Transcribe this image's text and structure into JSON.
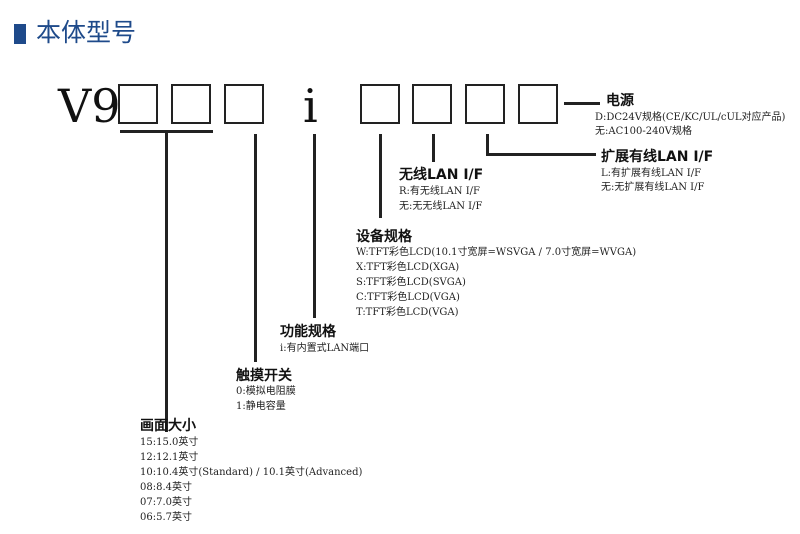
{
  "title": "本体型号",
  "model": {
    "prefix": "V9",
    "middle": "i"
  },
  "sections": {
    "power": {
      "heading": "电源",
      "lines": [
        "D:DC24V规格(CE/KC/UL/cUL对应产品)",
        "无:AC100-240V规格"
      ]
    },
    "expansion_lan": {
      "heading": "扩展有线LAN I/F",
      "lines": [
        "L:有扩展有线LAN I/F",
        "无:无扩展有线LAN I/F"
      ]
    },
    "wireless_lan": {
      "heading": "无线LAN I/F",
      "lines": [
        "R:有无线LAN I/F",
        "无:无无线LAN I/F"
      ]
    },
    "device_spec": {
      "heading": "设备规格",
      "lines": [
        "W:TFT彩色LCD(10.1寸宽屏=WSVGA / 7.0寸宽屏=WVGA)",
        "X:TFT彩色LCD(XGA)",
        "S:TFT彩色LCD(SVGA)",
        "C:TFT彩色LCD(VGA)",
        "T:TFT彩色LCD(VGA)"
      ]
    },
    "function_spec": {
      "heading": "功能规格",
      "lines": [
        "i:有内置式LAN端口"
      ]
    },
    "touch_switch": {
      "heading": "触摸开关",
      "lines": [
        "0:模拟电阻膜",
        "1:静电容量"
      ]
    },
    "screen_size": {
      "heading": "画面大小",
      "lines": [
        "15:15.0英寸",
        "12:12.1英寸",
        "10:10.4英寸(Standard) / 10.1英寸(Advanced)",
        "08:8.4英寸",
        "07:7.0英寸",
        "06:5.7英寸"
      ]
    }
  }
}
